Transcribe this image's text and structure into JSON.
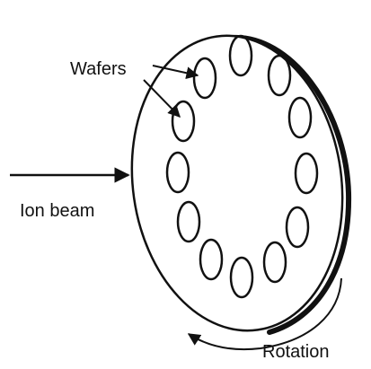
{
  "labels": {
    "wafers": "Wafers",
    "ion_beam": "Ion beam",
    "rotation": "Rotation"
  },
  "colors": {
    "stroke": "#111111",
    "background": "#ffffff"
  },
  "wafer_count": 12
}
